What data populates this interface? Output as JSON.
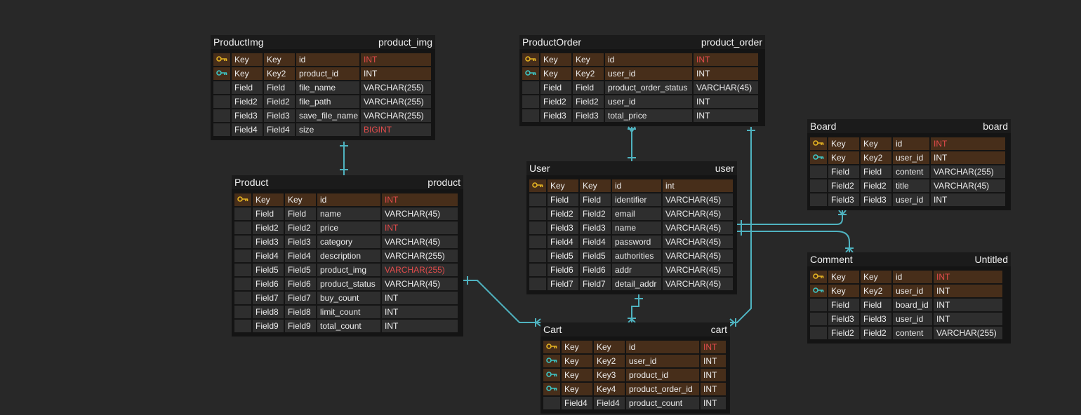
{
  "colors": {
    "background": "#282828",
    "table_bg": "#141414",
    "key_row": "#472e1a",
    "field_row": "#2e2e2e",
    "primary_key_icon": "#e6b422",
    "foreign_key_icon": "#3ec6c6",
    "relation_line": "#4fb3c0",
    "highlight_type": "#e24b4b"
  },
  "tables": [
    {
      "id": "productimg",
      "name": "ProductImg",
      "db_name": "product_img",
      "columns": [
        {
          "key_icon": "primary-key-icon",
          "c1": "Key",
          "c2": "Key",
          "name": "id",
          "type": "INT",
          "type_red": true
        },
        {
          "key_icon": "foreign-key-icon",
          "c1": "Key",
          "c2": "Key2",
          "name": "product_id",
          "type": "INT"
        },
        {
          "key_icon": "",
          "c1": "Field",
          "c2": "Field",
          "name": "file_name",
          "type": "VARCHAR(255)"
        },
        {
          "key_icon": "",
          "c1": "Field2",
          "c2": "Field2",
          "name": "file_path",
          "type": "VARCHAR(255)"
        },
        {
          "key_icon": "",
          "c1": "Field3",
          "c2": "Field3",
          "name": "save_file_name",
          "type": "VARCHAR(255)"
        },
        {
          "key_icon": "",
          "c1": "Field4",
          "c2": "Field4",
          "name": "size",
          "type": "BIGINT",
          "type_red": true
        }
      ]
    },
    {
      "id": "product",
      "name": "Product",
      "db_name": "product",
      "columns": [
        {
          "key_icon": "primary-key-icon",
          "c1": "Key",
          "c2": "Key",
          "name": "id",
          "type": "INT",
          "type_red": true
        },
        {
          "key_icon": "",
          "c1": "Field",
          "c2": "Field",
          "name": "name",
          "type": "VARCHAR(45)"
        },
        {
          "key_icon": "",
          "c1": "Field2",
          "c2": "Field2",
          "name": "price",
          "type": "INT",
          "type_red": true
        },
        {
          "key_icon": "",
          "c1": "Field3",
          "c2": "Field3",
          "name": "category",
          "type": "VARCHAR(45)"
        },
        {
          "key_icon": "",
          "c1": "Field4",
          "c2": "Field4",
          "name": "description",
          "type": "VARCHAR(255)"
        },
        {
          "key_icon": "",
          "c1": "Field5",
          "c2": "Field5",
          "name": "product_img",
          "type": "VARCHAR(255)",
          "type_red": true
        },
        {
          "key_icon": "",
          "c1": "Field6",
          "c2": "Field6",
          "name": "product_status",
          "type": "VARCHAR(45)"
        },
        {
          "key_icon": "",
          "c1": "Field7",
          "c2": "Field7",
          "name": "buy_count",
          "type": "INT"
        },
        {
          "key_icon": "",
          "c1": "Field8",
          "c2": "Field8",
          "name": "limit_count",
          "type": "INT"
        },
        {
          "key_icon": "",
          "c1": "Field9",
          "c2": "Field9",
          "name": "total_count",
          "type": "INT"
        }
      ]
    },
    {
      "id": "productorder",
      "name": "ProductOrder",
      "db_name": "product_order",
      "columns": [
        {
          "key_icon": "primary-key-icon",
          "c1": "Key",
          "c2": "Key",
          "name": "id",
          "type": "INT",
          "type_red": true
        },
        {
          "key_icon": "foreign-key-icon",
          "c1": "Key",
          "c2": "Key2",
          "name": "user_id",
          "type": "INT"
        },
        {
          "key_icon": "",
          "c1": "Field",
          "c2": "Field",
          "name": "product_order_status",
          "type": "VARCHAR(45)"
        },
        {
          "key_icon": "",
          "c1": "Field2",
          "c2": "Field2",
          "name": "user_id",
          "type": "INT"
        },
        {
          "key_icon": "",
          "c1": "Field3",
          "c2": "Field3",
          "name": "total_price",
          "type": "INT"
        }
      ]
    },
    {
      "id": "user",
      "name": "User",
      "db_name": "user",
      "columns": [
        {
          "key_icon": "primary-key-icon",
          "c1": "Key",
          "c2": "Key",
          "name": "id",
          "type": "int"
        },
        {
          "key_icon": "",
          "c1": "Field",
          "c2": "Field",
          "name": "identifier",
          "type": "VARCHAR(45)"
        },
        {
          "key_icon": "",
          "c1": "Field2",
          "c2": "Field2",
          "name": "email",
          "type": "VARCHAR(45)"
        },
        {
          "key_icon": "",
          "c1": "Field3",
          "c2": "Field3",
          "name": "name",
          "type": "VARCHAR(45)"
        },
        {
          "key_icon": "",
          "c1": "Field4",
          "c2": "Field4",
          "name": "password",
          "type": "VARCHAR(45)"
        },
        {
          "key_icon": "",
          "c1": "Field5",
          "c2": "Field5",
          "name": "authorities",
          "type": "VARCHAR(45)"
        },
        {
          "key_icon": "",
          "c1": "Field6",
          "c2": "Field6",
          "name": "addr",
          "type": "VARCHAR(45)"
        },
        {
          "key_icon": "",
          "c1": "Field7",
          "c2": "Field7",
          "name": "detail_addr",
          "type": "VARCHAR(45)"
        }
      ]
    },
    {
      "id": "cart",
      "name": "Cart",
      "db_name": "cart",
      "columns": [
        {
          "key_icon": "primary-key-icon",
          "c1": "Key",
          "c2": "Key",
          "name": "id",
          "type": "INT",
          "type_red": true
        },
        {
          "key_icon": "foreign-key-icon",
          "c1": "Key",
          "c2": "Key2",
          "name": "user_id",
          "type": "INT"
        },
        {
          "key_icon": "foreign-key-icon",
          "c1": "Key",
          "c2": "Key3",
          "name": "product_id",
          "type": "INT"
        },
        {
          "key_icon": "foreign-key-icon",
          "c1": "Key",
          "c2": "Key4",
          "name": "product_order_id",
          "type": "INT"
        },
        {
          "key_icon": "",
          "c1": "Field4",
          "c2": "Field4",
          "name": "product_count",
          "type": "INT"
        }
      ]
    },
    {
      "id": "board",
      "name": "Board",
      "db_name": "board",
      "columns": [
        {
          "key_icon": "primary-key-icon",
          "c1": "Key",
          "c2": "Key",
          "name": "id",
          "type": "INT",
          "type_red": true
        },
        {
          "key_icon": "foreign-key-icon",
          "c1": "Key",
          "c2": "Key2",
          "name": "user_id",
          "type": "INT"
        },
        {
          "key_icon": "",
          "c1": "Field",
          "c2": "Field",
          "name": "content",
          "type": "VARCHAR(255)"
        },
        {
          "key_icon": "",
          "c1": "Field2",
          "c2": "Field2",
          "name": "title",
          "type": "VARCHAR(45)"
        },
        {
          "key_icon": "",
          "c1": "Field3",
          "c2": "Field3",
          "name": "user_id",
          "type": "INT"
        }
      ]
    },
    {
      "id": "comment",
      "name": "Comment",
      "db_name": "Untitled",
      "columns": [
        {
          "key_icon": "primary-key-icon",
          "c1": "Key",
          "c2": "Key",
          "name": "id",
          "type": "INT",
          "type_red": true
        },
        {
          "key_icon": "foreign-key-icon",
          "c1": "Key",
          "c2": "Key2",
          "name": "user_id",
          "type": "INT"
        },
        {
          "key_icon": "",
          "c1": "Field",
          "c2": "Field",
          "name": "board_id",
          "type": "INT"
        },
        {
          "key_icon": "",
          "c1": "Field3",
          "c2": "Field3",
          "name": "user_id",
          "type": "INT"
        },
        {
          "key_icon": "",
          "c1": "Field2",
          "c2": "Field2",
          "name": "content",
          "type": "VARCHAR(255)"
        }
      ]
    }
  ],
  "relations": [
    {
      "from": "productimg",
      "to": "product"
    },
    {
      "from": "productorder",
      "to": "user"
    },
    {
      "from": "product",
      "to": "cart"
    },
    {
      "from": "user",
      "to": "cart"
    },
    {
      "from": "productorder",
      "to": "cart"
    },
    {
      "from": "user",
      "to": "board"
    },
    {
      "from": "user",
      "to": "comment"
    }
  ]
}
